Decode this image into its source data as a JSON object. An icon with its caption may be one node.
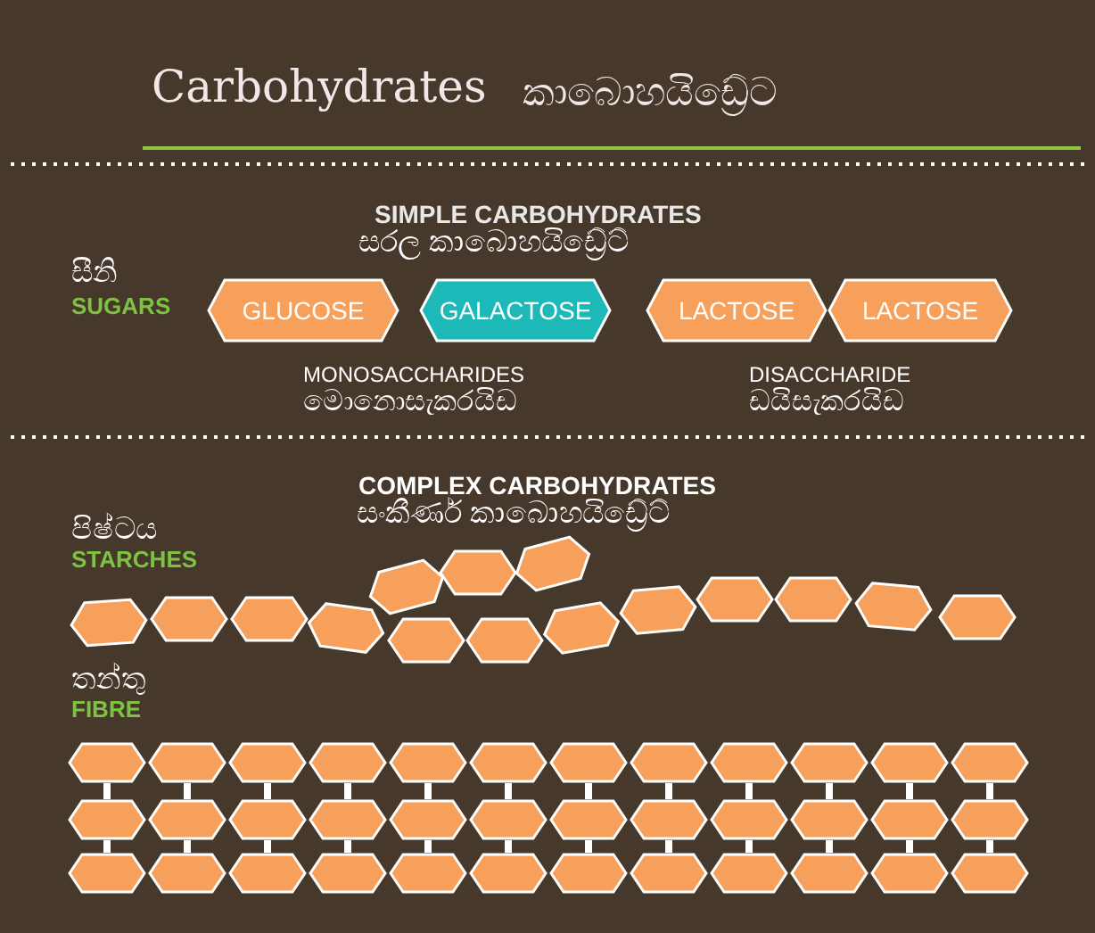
{
  "diagram": {
    "title": "Carbohydrates",
    "nodes": [
      {
        "text": [
          "GLUCOSE"
        ]
      },
      {
        "text": [
          "GALACTOSE"
        ]
      },
      {
        "text": [
          "LACTOSE"
        ]
      },
      {
        "text": [
          "LACTOSE"
        ]
      },
      {
        "text": [],
        "shape": "hexagon"
      },
      {
        "text": [],
        "shape": "hexagon"
      },
      {
        "text": [],
        "shape": "hexagon"
      },
      {
        "text": [],
        "shape": "hexagon"
      },
      {
        "text": [],
        "shape": "hexagon"
      },
      {
        "text": [],
        "shape": "hexagon"
      },
      {
        "text": [],
        "shape": "hexagon"
      },
      {
        "text": [],
        "shape": "hexagon"
      },
      {
        "text": [],
        "shape": "hexagon"
      },
      {
        "text": [],
        "shape": "hexagon"
      },
      {
        "text": [],
        "shape": "hexagon"
      },
      {
        "text": [],
        "shape": "hexagon"
      },
      {
        "text": [],
        "shape": "hexagon"
      },
      {
        "text": [],
        "shape": "hexagon"
      },
      {
        "text": [],
        "shape": "hexagon"
      },
      {
        "text": [],
        "shape": "hexagon"
      },
      {
        "text": [],
        "shape": "hexagon"
      },
      {
        "text": [],
        "shape": "hexagon"
      },
      {
        "text": [],
        "shape": "hexagon"
      },
      {
        "text": [],
        "shape": "hexagon"
      },
      {
        "text": [],
        "shape": "hexagon"
      },
      {
        "text": [],
        "shape": "hexagon"
      },
      {
        "text": [],
        "shape": "hexagon"
      },
      {
        "text": [],
        "shape": "hexagon"
      },
      {
        "text": [],
        "shape": "hexagon"
      },
      {
        "text": [],
        "shape": "hexagon"
      },
      {
        "text": [],
        "shape": "hexagon"
      },
      {
        "text": [],
        "shape": "hexagon"
      },
      {
        "text": [],
        "shape": "hexagon"
      },
      {
        "text": [],
        "shape": "hexagon"
      },
      {
        "text": [],
        "shape": "hexagon"
      },
      {
        "text": [],
        "shape": "hexagon"
      },
      {
        "text": [],
        "shape": "hexagon"
      },
      {
        "text": [],
        "shape": "hexagon"
      },
      {
        "text": [],
        "shape": "hexagon"
      },
      {
        "text": [],
        "shape": "hexagon"
      },
      {
        "text": [],
        "shape": "hexagon"
      },
      {
        "text": [],
        "shape": "hexagon"
      },
      {
        "text": [],
        "shape": "hexagon"
      },
      {
        "text": [],
        "shape": "hexagon"
      },
      {
        "text": [],
        "shape": "hexagon"
      },
      {
        "text": [],
        "shape": "hexagon"
      },
      {
        "text": [],
        "shape": "hexagon"
      },
      {
        "text": [],
        "shape": "hexagon"
      },
      {
        "text": [],
        "shape": "hexagon"
      },
      {
        "text": [],
        "shape": "hexagon"
      },
      {
        "text": [],
        "shape": "hexagon"
      },
      {
        "text": [],
        "shape": "hexagon"
      },
      {
        "text": [],
        "shape": "hexagon"
      },
      {
        "text": [],
        "shape": "hexagon"
      },
      {
        "text": [],
        "shape": "hexagon"
      }
    ],
    "edges": [
      {
        "from": 19,
        "to": 31,
        "arrow": "none"
      },
      {
        "from": 20,
        "to": 32,
        "arrow": "none"
      },
      {
        "from": 21,
        "to": 33,
        "arrow": "none"
      },
      {
        "from": 22,
        "to": 34,
        "arrow": "none"
      },
      {
        "from": 23,
        "to": 35,
        "arrow": "none"
      },
      {
        "from": 24,
        "to": 36,
        "arrow": "none"
      },
      {
        "from": 25,
        "to": 37,
        "arrow": "none"
      },
      {
        "from": 26,
        "to": 38,
        "arrow": "none"
      },
      {
        "from": 27,
        "to": 39,
        "arrow": "none"
      },
      {
        "from": 28,
        "to": 40,
        "arrow": "none"
      },
      {
        "from": 29,
        "to": 41,
        "arrow": "none"
      },
      {
        "from": 30,
        "to": 42,
        "arrow": "none"
      },
      {
        "from": 31,
        "to": 43,
        "arrow": "none"
      },
      {
        "from": 32,
        "to": 44,
        "arrow": "none"
      },
      {
        "from": 33,
        "to": 45,
        "arrow": "none"
      },
      {
        "from": 34,
        "to": 46,
        "arrow": "none"
      },
      {
        "from": 35,
        "to": 47,
        "arrow": "none"
      },
      {
        "from": 36,
        "to": 48,
        "arrow": "none"
      },
      {
        "from": 37,
        "to": 49,
        "arrow": "none"
      },
      {
        "from": 38,
        "to": 50,
        "arrow": "none"
      },
      {
        "from": 39,
        "to": 51,
        "arrow": "none"
      },
      {
        "from": 40,
        "to": 52,
        "arrow": "none"
      },
      {
        "from": 41,
        "to": 53,
        "arrow": "none"
      },
      {
        "from": 42,
        "to": 54,
        "arrow": "none"
      }
    ],
    "labels": [
      "කාබොහයිඩ්‍රේට",
      "SIMPLE CARBOHYDRATES",
      "සරල කාබොහයිඩ්‍රේට්",
      "සීනි",
      "SUGARS",
      "MONOSACCHARIDES",
      "මොනොසැකරයිඩ",
      "DISACCHARIDE",
      "ඩයිසැකරයිඩ",
      "COMPLEX CARBOHYDRATES",
      "සංකීර්ණ කාබොහයිඩ්‍රේට්",
      "පිෂ්ටය",
      "STARCHES",
      "තන්තු",
      "FIBRE"
    ]
  }
}
